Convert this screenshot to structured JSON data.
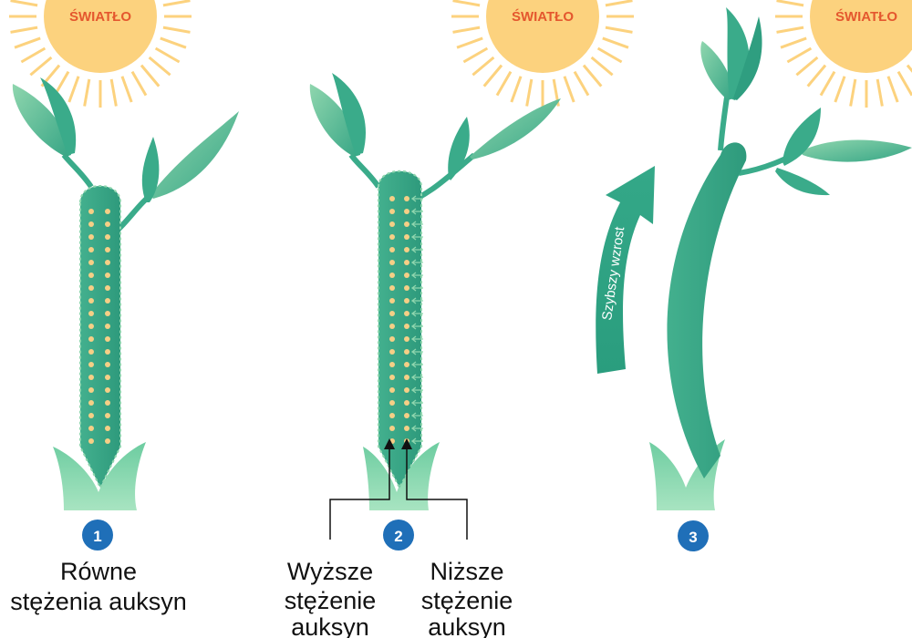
{
  "colors": {
    "sun_fill": "#fcd27e",
    "sun_rays": "#fcd27e",
    "sun_label": "#e4572e",
    "stem_dark": "#2f9e80",
    "stem_mid": "#3aab8a",
    "leaf": "#4dbb94",
    "leaf_light": "#8fd6ae",
    "base_light": "#9adfb6",
    "auxin_dot": "#f6cf86",
    "badge": "#1f6fb8",
    "arrow": "#2a9d7e",
    "text": "#111111"
  },
  "panels": [
    {
      "sun_label": "ŚWIATŁO",
      "number": "1",
      "caption_lines": [
        "Równe",
        "stężenia auksyn"
      ]
    },
    {
      "sun_label": "ŚWIATŁO",
      "number": "2",
      "left_caption_lines": [
        "Wyższe",
        "stężenie",
        "auksyn"
      ],
      "right_caption_lines": [
        "Niższe",
        "stężenie",
        "auksyn"
      ]
    },
    {
      "sun_label": "ŚWIATŁO",
      "number": "3",
      "growth_label": "Szybszy wzrost"
    }
  ]
}
